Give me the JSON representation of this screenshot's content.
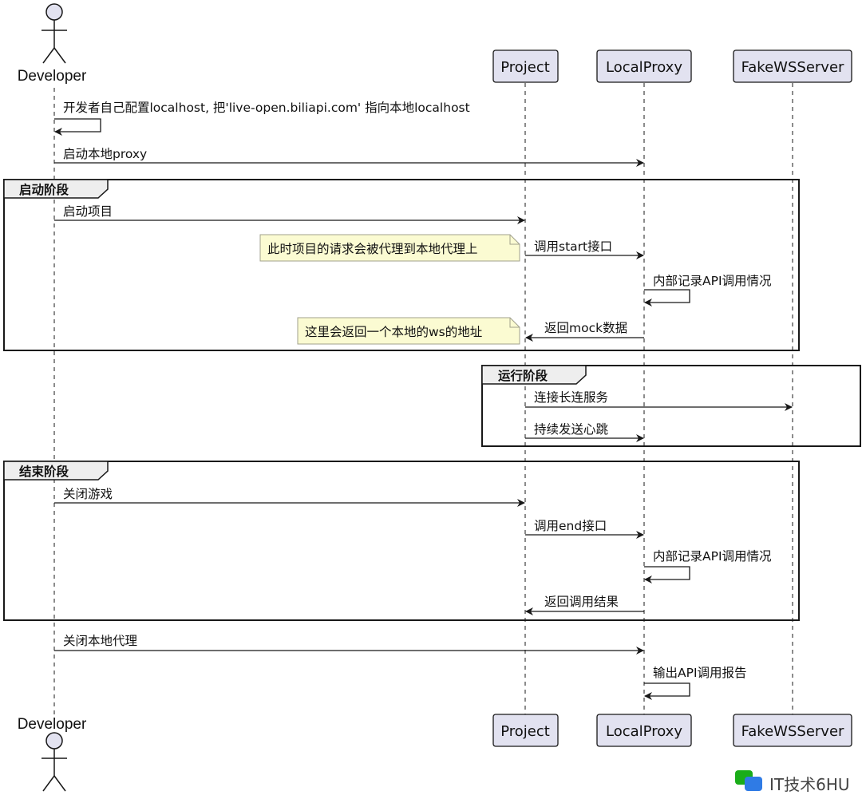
{
  "participants": [
    {
      "id": "developer",
      "label": "Developer",
      "kind": "actor"
    },
    {
      "id": "project",
      "label": "Project",
      "kind": "box"
    },
    {
      "id": "localproxy",
      "label": "LocalProxy",
      "kind": "box"
    },
    {
      "id": "fakews",
      "label": "FakeWSServer",
      "kind": "box"
    }
  ],
  "groups": [
    {
      "id": "start",
      "title": "启动阶段"
    },
    {
      "id": "run",
      "title": "运行阶段"
    },
    {
      "id": "end",
      "title": "结束阶段"
    }
  ],
  "messages": [
    {
      "from": "developer",
      "to": "developer",
      "label": "开发者自己配置localhost, 把'live-open.biliapi.com' 指向本地localhost"
    },
    {
      "from": "developer",
      "to": "localproxy",
      "label": "启动本地proxy"
    },
    {
      "from": "developer",
      "to": "project",
      "label": "启动项目"
    },
    {
      "from": "project",
      "to": "localproxy",
      "label": "调用start接口"
    },
    {
      "from": "localproxy",
      "to": "localproxy",
      "label": "内部记录API调用情况"
    },
    {
      "from": "localproxy",
      "to": "project",
      "label": "返回mock数据"
    },
    {
      "from": "project",
      "to": "fakews",
      "label": "连接长连服务"
    },
    {
      "from": "project",
      "to": "localproxy",
      "label": "持续发送心跳"
    },
    {
      "from": "developer",
      "to": "project",
      "label": "关闭游戏"
    },
    {
      "from": "project",
      "to": "localproxy",
      "label": "调用end接口"
    },
    {
      "from": "localproxy",
      "to": "localproxy",
      "label": "内部记录API调用情况"
    },
    {
      "from": "localproxy",
      "to": "project",
      "label": "返回调用结果"
    },
    {
      "from": "developer",
      "to": "localproxy",
      "label": "关闭本地代理"
    },
    {
      "from": "localproxy",
      "to": "localproxy",
      "label": "输出API调用报告"
    }
  ],
  "notes": [
    {
      "text": "此时项目的请求会被代理到本地代理上"
    },
    {
      "text": "这里会返回一个本地的ws的地址"
    }
  ],
  "watermark": {
    "text": "IT技术6HU"
  },
  "colors": {
    "participant_fill": "#e2e2f0",
    "participant_border": "#181818",
    "note_fill": "#fbfbd2",
    "note_border": "#a0a08c",
    "group_tab_fill": "#eeeeee",
    "line": "#181818"
  }
}
